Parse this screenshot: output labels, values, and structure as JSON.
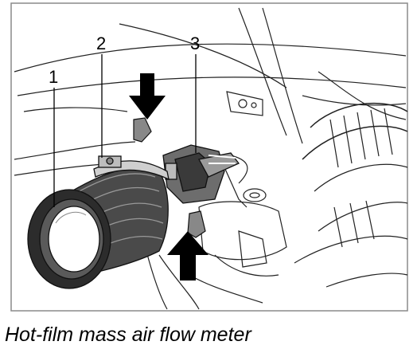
{
  "figure": {
    "callouts": [
      {
        "number": "1"
      },
      {
        "number": "2"
      },
      {
        "number": "3"
      }
    ]
  },
  "caption": "Hot-film mass air flow meter"
}
